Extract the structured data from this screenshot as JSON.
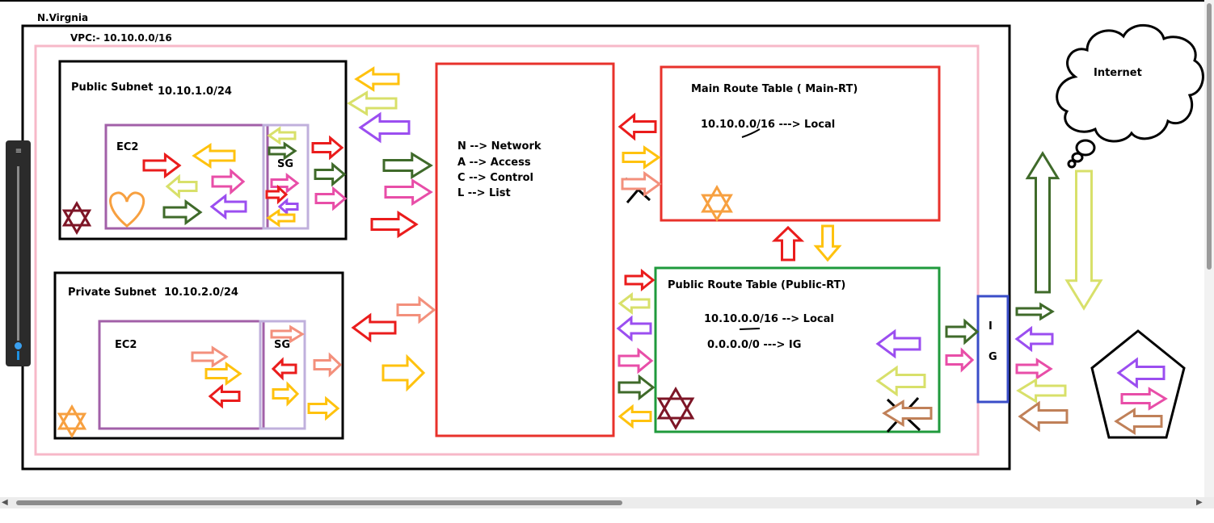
{
  "labels": {
    "region": "N.Virgnia",
    "vpc": "VPC:- 10.10.0.0/16",
    "public_subnet": "Public Subnet",
    "public_subnet_cidr": "10.10.1.0/24",
    "private_subnet": "Private Subnet",
    "private_subnet_cidr": "10.10.2.0/24",
    "ec2_public": "EC2",
    "ec2_private": "EC2",
    "sg_public": "SG",
    "sg_private": "SG",
    "nacl_n": "N --> Network",
    "nacl_a": "A --> Access",
    "nacl_c": "C  --> Control",
    "nacl_l": "L  --> List",
    "main_rt_title": "Main Route Table ( Main-RT)",
    "main_rt_route": "10.10.0.0/16 ---> Local",
    "public_rt_title": "Public Route Table (Public-RT)",
    "public_rt_route_local": "10.10.0.0/16 --> Local",
    "public_rt_route_ig": "0.0.0.0/0  ---> IG",
    "ig_letter_1": "I",
    "ig_letter_2": "G",
    "internet": "Internet"
  },
  "colors": {
    "border_black": "#000000",
    "vpc_pink": "#f7b8c8",
    "nacl_red": "#e8322b",
    "main_rt_red": "#e8322b",
    "public_rt_green": "#1f9a3c",
    "ig_blue": "#3a4dc8",
    "ec2_purple": "#a260a8",
    "sg_lavender": "#c0b0dc",
    "arrow_red": "#ea1c1c",
    "arrow_orange": "#ffc20e",
    "arrow_lime": "#d8e06a",
    "arrow_olive": "#3f6a2a",
    "arrow_violet": "#9b4ef0",
    "arrow_pink": "#e84ea8",
    "arrow_salmon": "#f3907c",
    "arrow_brown": "#c08058",
    "star_maroon": "#7d1526",
    "star_orange": "#f7a040",
    "heart_orange": "#f7a040"
  },
  "ui": {
    "zoom_grip_icon": "≡",
    "scroll_left_icon": "◀",
    "scroll_right_icon": "▶"
  }
}
